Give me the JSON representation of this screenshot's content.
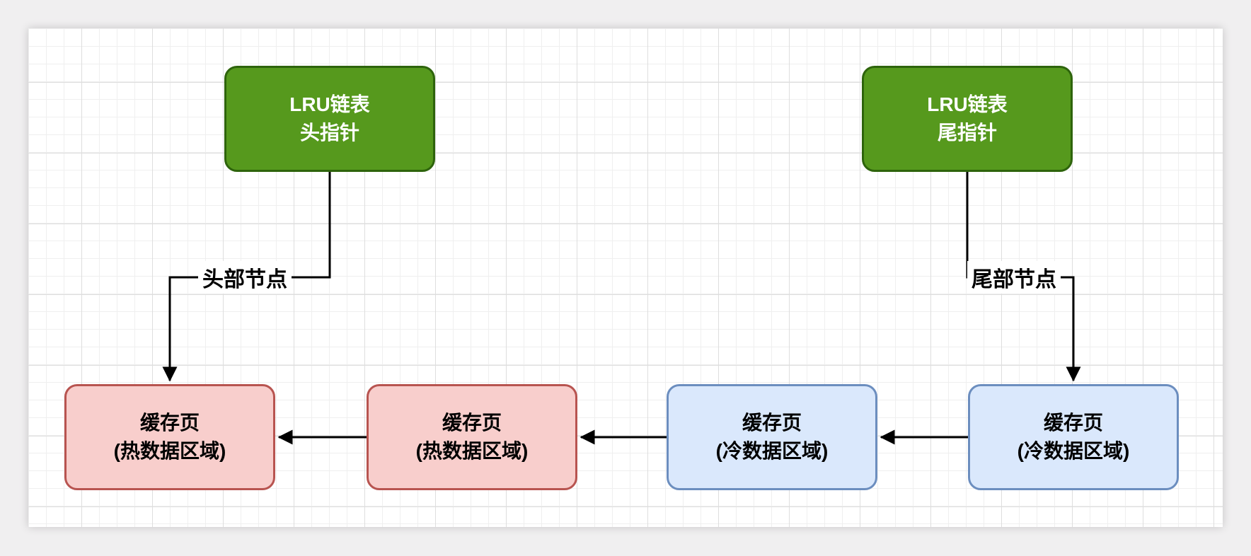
{
  "page": {
    "background_color": "#f0eff0",
    "canvas": {
      "background_color": "#ffffff",
      "grid_minor_color": "#efefef",
      "grid_major_color": "#dedede"
    },
    "edge_color": "#000000"
  },
  "nodes": [
    {
      "id": "lru-head-pointer",
      "lines": [
        "LRU链表",
        "头指针"
      ],
      "fill": "#56991d",
      "stroke": "#2e640c",
      "text_color": "#ffffff"
    },
    {
      "id": "lru-tail-pointer",
      "lines": [
        "LRU链表",
        "尾指针"
      ],
      "fill": "#56991d",
      "stroke": "#2e640c",
      "text_color": "#ffffff"
    },
    {
      "id": "cache-page-hot-1",
      "lines": [
        "缓存页",
        "(热数据区域)"
      ],
      "fill": "#f8cecc",
      "stroke": "#b85450",
      "text_color": "#000000"
    },
    {
      "id": "cache-page-hot-2",
      "lines": [
        "缓存页",
        "(热数据区域)"
      ],
      "fill": "#f8cecc",
      "stroke": "#b85450",
      "text_color": "#000000"
    },
    {
      "id": "cache-page-cold-1",
      "lines": [
        "缓存页",
        "(冷数据区域)"
      ],
      "fill": "#dae8fc",
      "stroke": "#6c8ebf",
      "text_color": "#000000"
    },
    {
      "id": "cache-page-cold-2",
      "lines": [
        "缓存页",
        "(冷数据区域)"
      ],
      "fill": "#dae8fc",
      "stroke": "#6c8ebf",
      "text_color": "#000000"
    }
  ],
  "edges": [
    {
      "id": "head-pointer-edge",
      "label": "头部节点",
      "from": "lru-head-pointer",
      "to": "cache-page-hot-1"
    },
    {
      "id": "tail-pointer-edge",
      "label": "尾部节点",
      "from": "lru-tail-pointer",
      "to": "cache-page-cold-2"
    },
    {
      "id": "hot2-to-hot1-edge",
      "label": "",
      "from": "cache-page-hot-2",
      "to": "cache-page-hot-1"
    },
    {
      "id": "cold1-to-hot2-edge",
      "label": "",
      "from": "cache-page-cold-1",
      "to": "cache-page-hot-2"
    },
    {
      "id": "cold2-to-cold1-edge",
      "label": "",
      "from": "cache-page-cold-2",
      "to": "cache-page-cold-1"
    }
  ]
}
